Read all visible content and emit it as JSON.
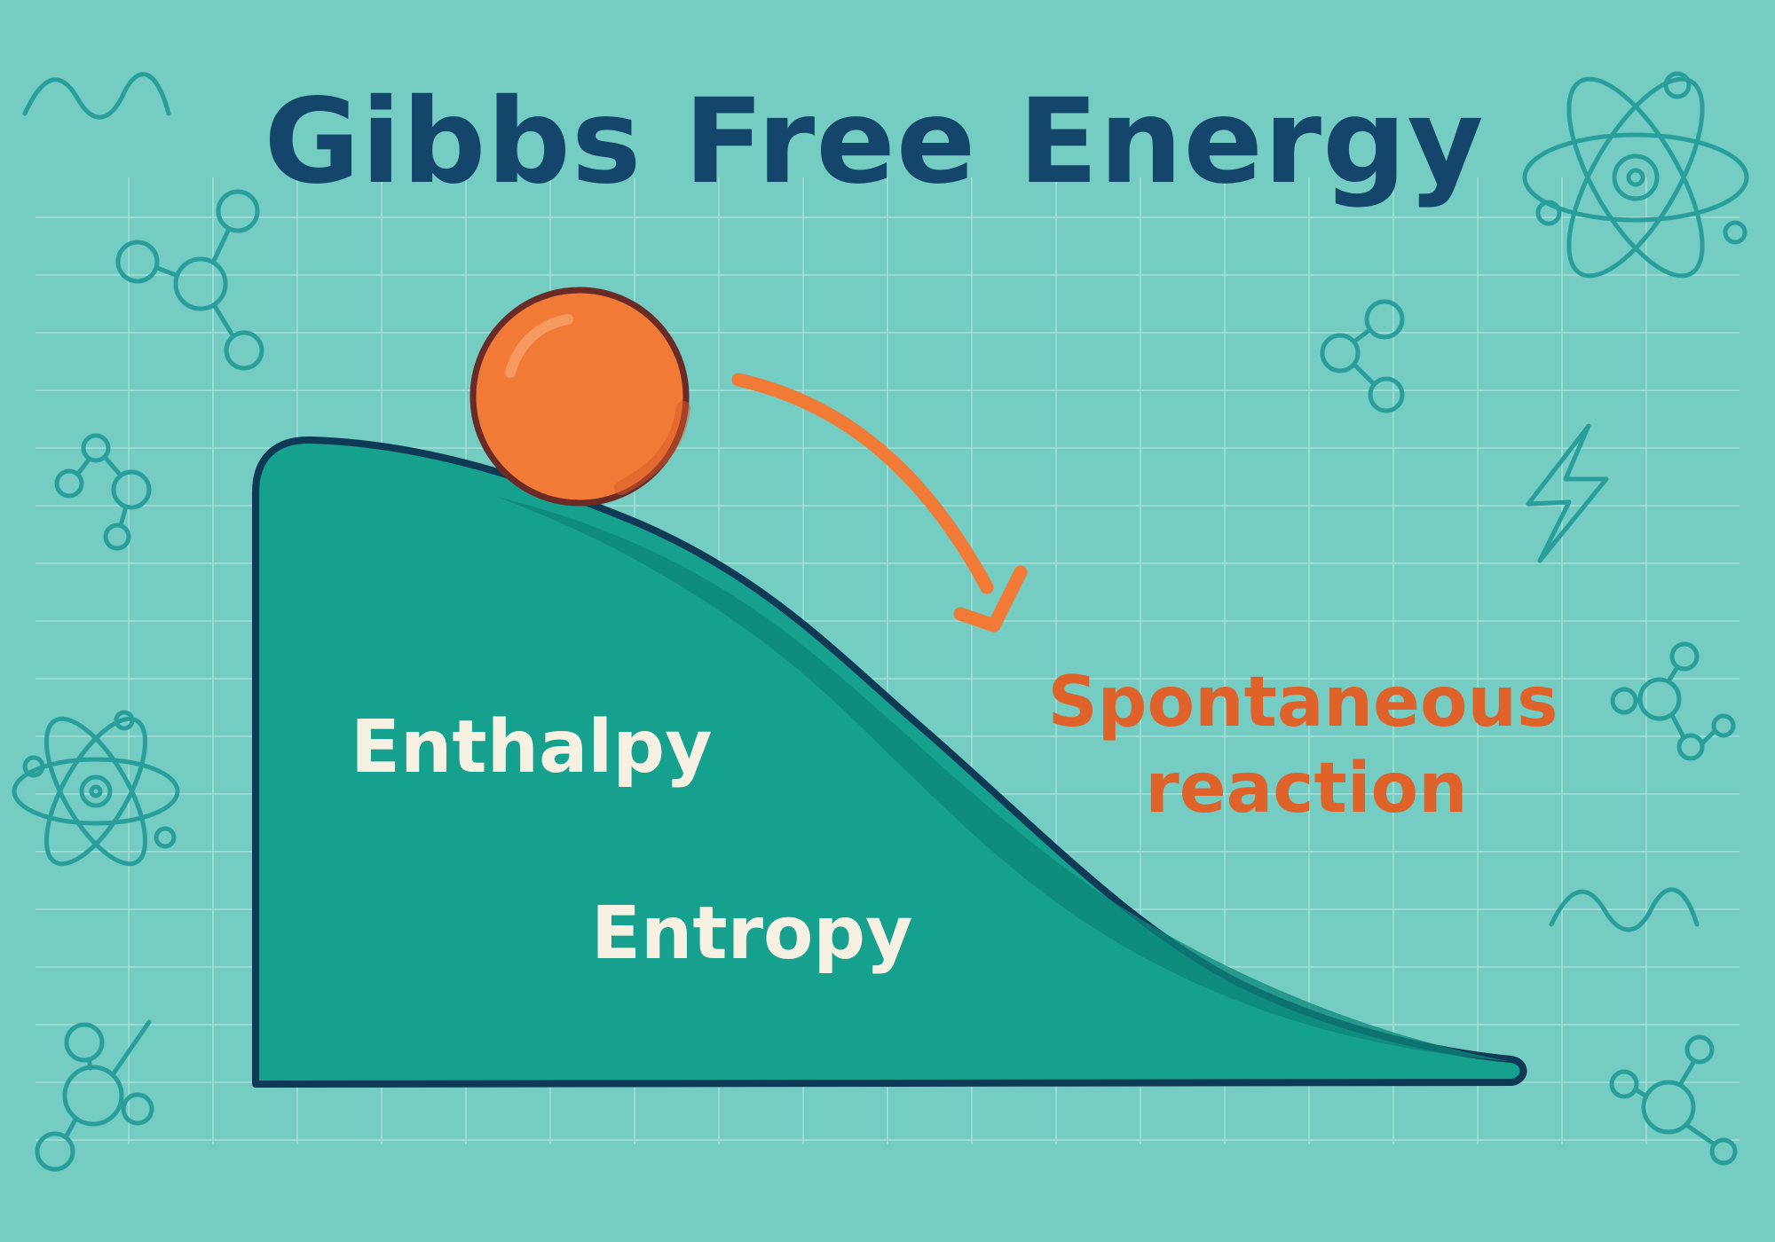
{
  "title": "Gibbs Free Energy",
  "labels": {
    "enthalpy": "Enthalpy",
    "entropy": "Entropy",
    "spontaneous_line1": "Spontaneous",
    "spontaneous_line2": "reaction"
  },
  "colors": {
    "background": "#74ccc2",
    "title": "#14466b",
    "hill_fill": "#16a08e",
    "hill_outline": "#0f3a55",
    "ball": "#f07a36",
    "arrow": "#f07a36",
    "label_light": "#f6f1e3",
    "label_orange": "#e0622b",
    "doodles": "#2a9e9a"
  },
  "icons": [
    "wave-icon",
    "molecule-icon",
    "atom-icon",
    "lightning-icon"
  ]
}
